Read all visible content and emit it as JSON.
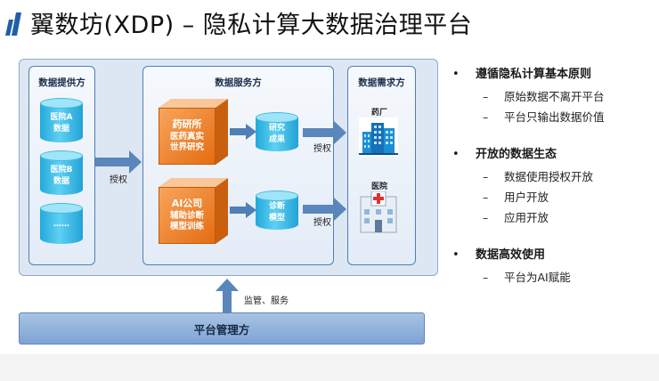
{
  "title": "翼数坊(XDP) – 隐私计算大数据治理平台",
  "provider": {
    "title": "数据提供方",
    "items": [
      {
        "line1": "医院A",
        "line2": "数据"
      },
      {
        "line1": "医院B",
        "line2": "数据"
      },
      {
        "line1": "……",
        "line2": ""
      }
    ]
  },
  "grant_label_left": "授权",
  "service": {
    "title": "数据服务方",
    "blocks": [
      {
        "org": "药研所",
        "line1": "医药真实",
        "line2": "世界研究",
        "result1": "研究",
        "result2": "成果"
      },
      {
        "org": "AI公司",
        "line1": "辅助诊断",
        "line2": "模型训练",
        "result1": "诊断",
        "result2": "模型"
      }
    ]
  },
  "grant_label_right_top": "授权",
  "grant_label_right_bottom": "授权",
  "demand": {
    "title": "数据需求方",
    "items": [
      {
        "label": "药厂",
        "icon": "factory-building-icon"
      },
      {
        "label": "医院",
        "icon": "hospital-icon"
      }
    ]
  },
  "supervision_label": "监管、服务",
  "platform_label": "平台管理方",
  "bullets": [
    {
      "heading": "遵循隐私计算基本原则",
      "subs": [
        "原始数据不离开平台",
        "平台只输出数据价值"
      ]
    },
    {
      "heading": "开放的数据生态",
      "subs": [
        "数据使用授权开放",
        "用户开放",
        "应用开放"
      ]
    },
    {
      "heading": "数据高效使用",
      "subs": [
        "平台为AI赋能"
      ]
    }
  ],
  "bullet_symbol": "•",
  "sub_symbol": "–",
  "colors": {
    "panel_border": "#4f7fb5",
    "cylinder": "#22a9d9",
    "cube": "#e56c12",
    "title_mark": "#1f5fa8"
  }
}
